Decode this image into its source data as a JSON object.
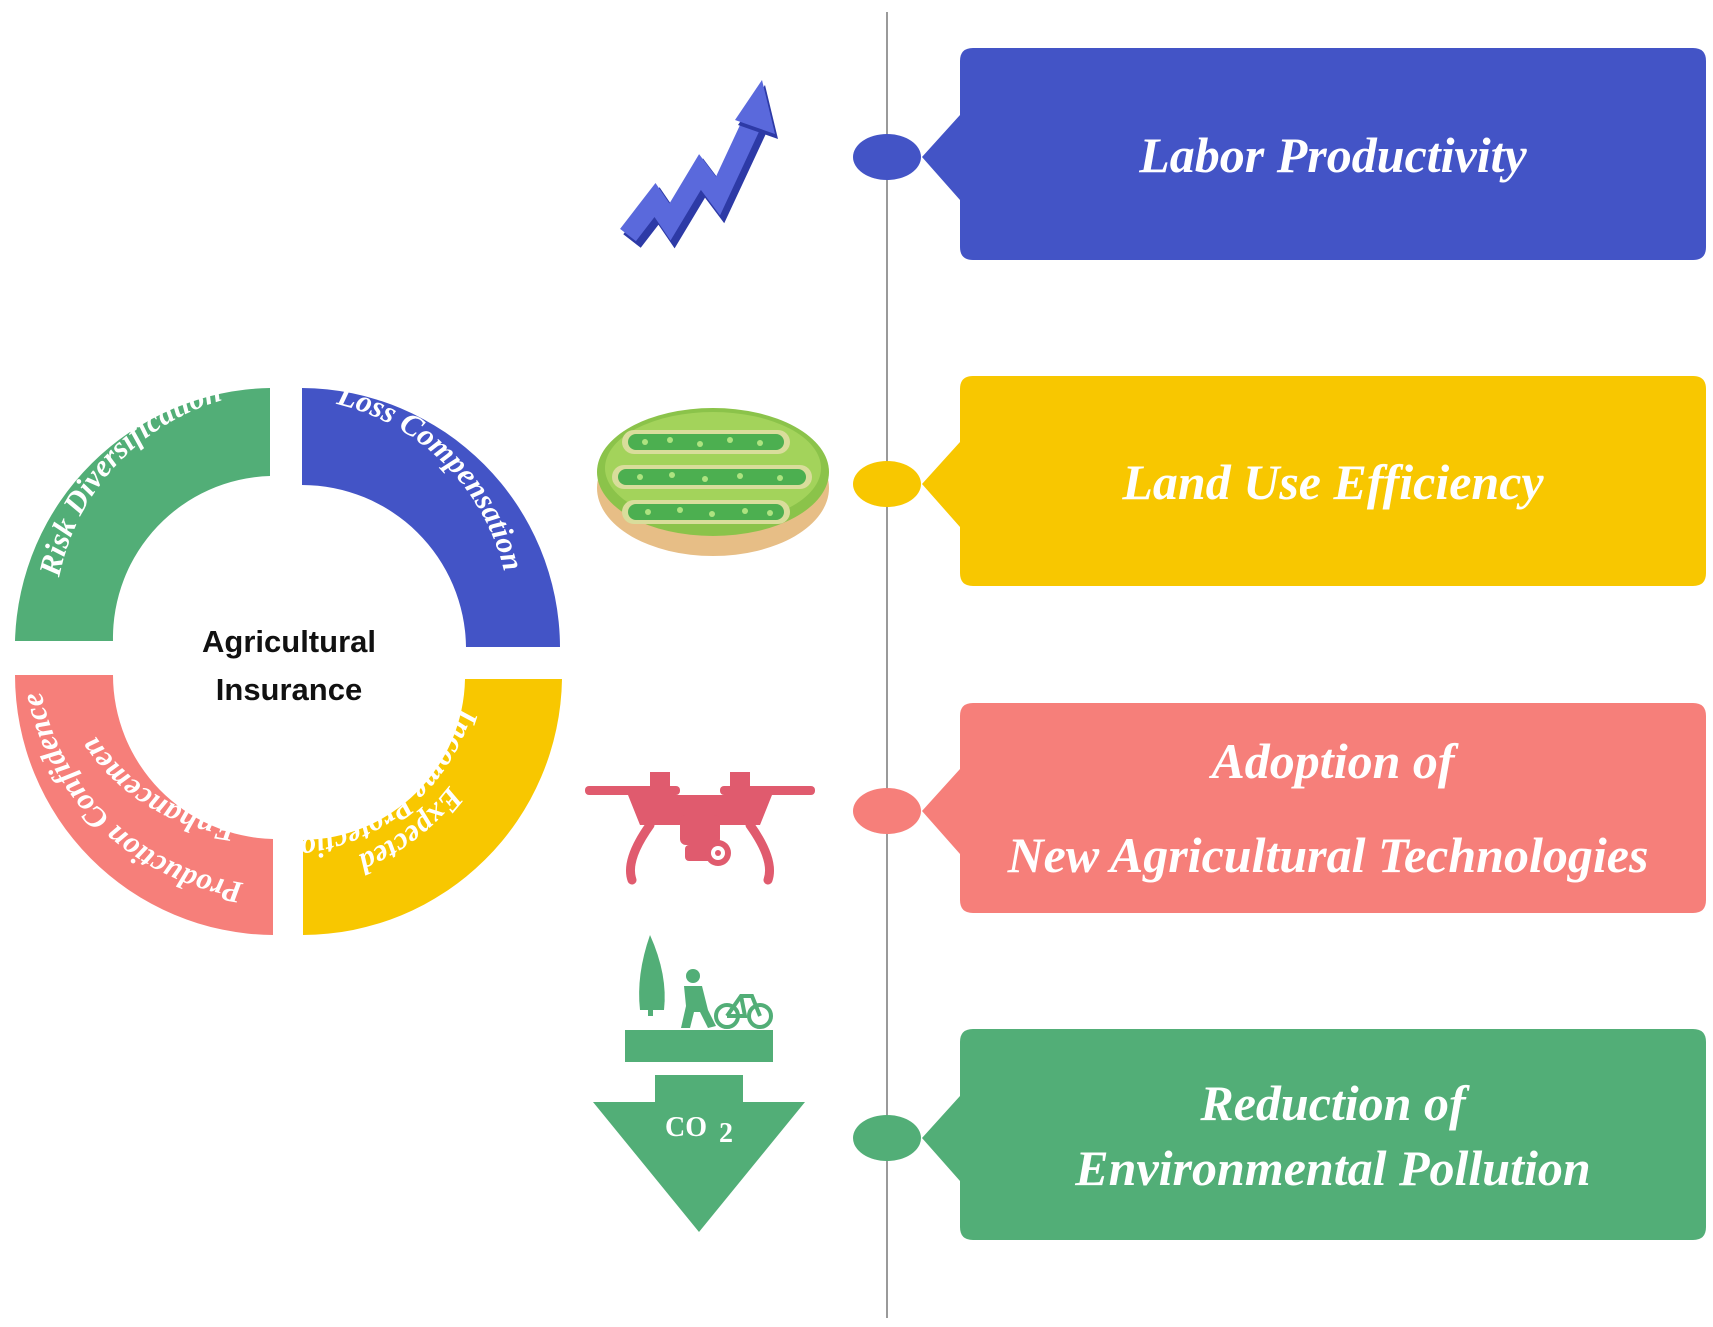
{
  "center": {
    "line1": "Agricultural",
    "line2": "Insurance"
  },
  "ring": {
    "risk": "Risk Diversification",
    "loss": "Loss Compensation",
    "expected": "Expected",
    "income": "Income Protection",
    "production": "Production Confidence",
    "enhancement": "Enhancement"
  },
  "outcomes": {
    "labor": "Labor Productivity",
    "land": "Land Use Efficiency",
    "tech_line1": "Adoption of",
    "tech_line2": "New Agricultural Technologies",
    "env_line1": "Reduction of",
    "env_line2": "Environmental Pollution"
  },
  "icons": {
    "labor": "rising-arrow-icon",
    "land": "farmland-icon",
    "tech": "drone-icon",
    "env": "co2-reduction-icon"
  },
  "co2": {
    "co": "CO",
    "sub": "2"
  },
  "colors": {
    "blue": "#4354C6",
    "yellow": "#F8C700",
    "pink": "#F67F7A",
    "green": "#52AE77",
    "axis": "#9A9A9A"
  }
}
